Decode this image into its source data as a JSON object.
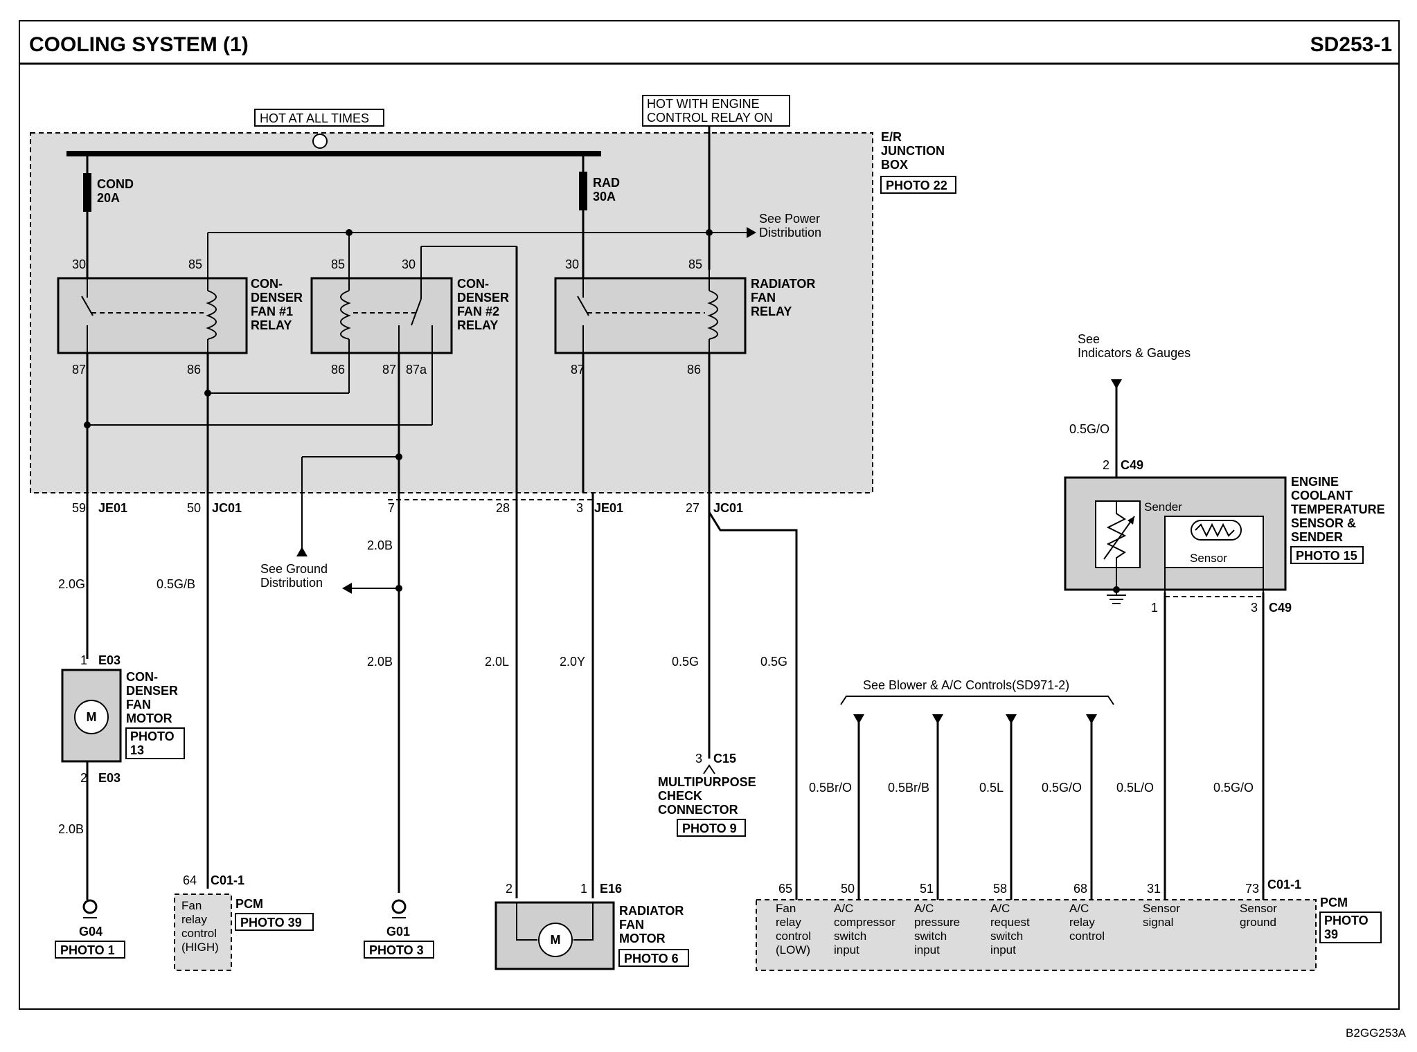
{
  "header": {
    "title": "COOLING SYSTEM (1)",
    "code": "SD253-1"
  },
  "footer": {
    "code": "B2GG253A"
  },
  "sources": {
    "hot_always": "HOT AT ALL TIMES",
    "hot_engine_1": "HOT WITH ENGINE",
    "hot_engine_2": "CONTROL RELAY ON"
  },
  "junction_box": {
    "line1": "E/R",
    "line2": "JUNCTION",
    "line3": "BOX",
    "photo": "PHOTO 22"
  },
  "fuses": {
    "cond": {
      "name": "COND",
      "rating": "20A"
    },
    "rad": {
      "name": "RAD",
      "rating": "30A"
    }
  },
  "power_ref": {
    "line1": "See Power",
    "line2": "Distribution"
  },
  "relays": {
    "cf1": {
      "l1": "CON-",
      "l2": "DENSER",
      "l3": "FAN #1",
      "l4": "RELAY",
      "p30": "30",
      "p85": "85",
      "p87": "87",
      "p86": "86"
    },
    "cf2": {
      "l1": "CON-",
      "l2": "DENSER",
      "l3": "FAN #2",
      "l4": "RELAY",
      "p85": "85",
      "p30": "30",
      "p86": "86",
      "p87": "87",
      "p87a": "87a"
    },
    "rad": {
      "l1": "RADIATOR",
      "l2": "FAN",
      "l3": "RELAY",
      "p30": "30",
      "p85": "85",
      "p87": "87",
      "p86": "86"
    }
  },
  "connectors": {
    "je01_59": {
      "pin": "59",
      "name": "JE01"
    },
    "jc01_50": {
      "pin": "50",
      "name": "JC01"
    },
    "pin7": "7",
    "pin28": "28",
    "je01_3": {
      "pin": "3",
      "name": "JE01"
    },
    "jc01_27": {
      "pin": "27",
      "name": "JC01"
    }
  },
  "ground_ref": {
    "line1": "See Ground",
    "line2": "Distribution"
  },
  "wires": {
    "w20g": "2.0G",
    "w05gb": "0.5G/B",
    "w20b_a": "2.0B",
    "w20b_b": "2.0B",
    "w20b_c": "2.0B",
    "w20l": "2.0L",
    "w20y": "2.0Y",
    "w05g_a": "0.5G",
    "w05g_b": "0.5G",
    "w05bro": "0.5Br/O",
    "w05brb": "0.5Br/B",
    "w05l": "0.5L",
    "w05go_a": "0.5G/O",
    "w05lo": "0.5L/O",
    "w05go_b": "0.5G/O",
    "w05go_top": "0.5G/O"
  },
  "cond_motor": {
    "pin1": "1",
    "conn1": "E03",
    "pin2": "2",
    "conn2": "E03",
    "l1": "CON-",
    "l2": "DENSER",
    "l3": "FAN",
    "l4": "MOTOR",
    "photo1": "PHOTO",
    "photo2": "13",
    "symbol": "M"
  },
  "grounds": {
    "g04": "G04",
    "g04_photo": "PHOTO 1",
    "g01": "G01",
    "g01_photo": "PHOTO 3"
  },
  "pcm_high": {
    "pin": "64",
    "conn": "C01-1",
    "t1": "Fan",
    "t2": "relay",
    "t3": "control",
    "t4": "(HIGH)",
    "name": "PCM",
    "photo": "PHOTO 39"
  },
  "rad_motor": {
    "pin2": "2",
    "pin1": "1",
    "conn": "E16",
    "l1": "RADIATOR",
    "l2": "FAN",
    "l3": "MOTOR",
    "photo": "PHOTO 6",
    "symbol": "M"
  },
  "check_conn": {
    "pin": "3",
    "conn": "C15",
    "l1": "MULTIPURPOSE",
    "l2": "CHECK",
    "l3": "CONNECTOR",
    "photo": "PHOTO 9"
  },
  "blower_ref": "See Blower & A/C Controls(SD971-2)",
  "indicators_ref": {
    "line1": "See",
    "line2": "Indicators & Gauges"
  },
  "ect": {
    "pin_top": "2",
    "conn_top": "C49",
    "sender": "Sender",
    "sensor": "Sensor",
    "l1": "ENGINE",
    "l2": "COOLANT",
    "l3": "TEMPERATURE",
    "l4": "SENSOR &",
    "l5": "SENDER",
    "photo": "PHOTO 15",
    "pin1": "1",
    "pin3": "3",
    "conn_bot": "C49"
  },
  "pcm_low": {
    "name": "PCM",
    "photo1": "PHOTO",
    "photo2": "39",
    "conn": "C01-1",
    "pins": [
      {
        "pin": "65",
        "t": [
          "Fan",
          "relay",
          "control",
          "(LOW)"
        ]
      },
      {
        "pin": "50",
        "t": [
          "A/C",
          "compressor",
          "switch",
          "input"
        ]
      },
      {
        "pin": "51",
        "t": [
          "A/C",
          "pressure",
          "switch",
          "input"
        ]
      },
      {
        "pin": "58",
        "t": [
          "A/C",
          "request",
          "switch",
          "input"
        ]
      },
      {
        "pin": "68",
        "t": [
          "A/C",
          "relay",
          "control"
        ]
      },
      {
        "pin": "31",
        "t": [
          "Sensor",
          "signal"
        ]
      },
      {
        "pin": "73",
        "t": [
          "Sensor",
          "ground"
        ]
      }
    ]
  }
}
